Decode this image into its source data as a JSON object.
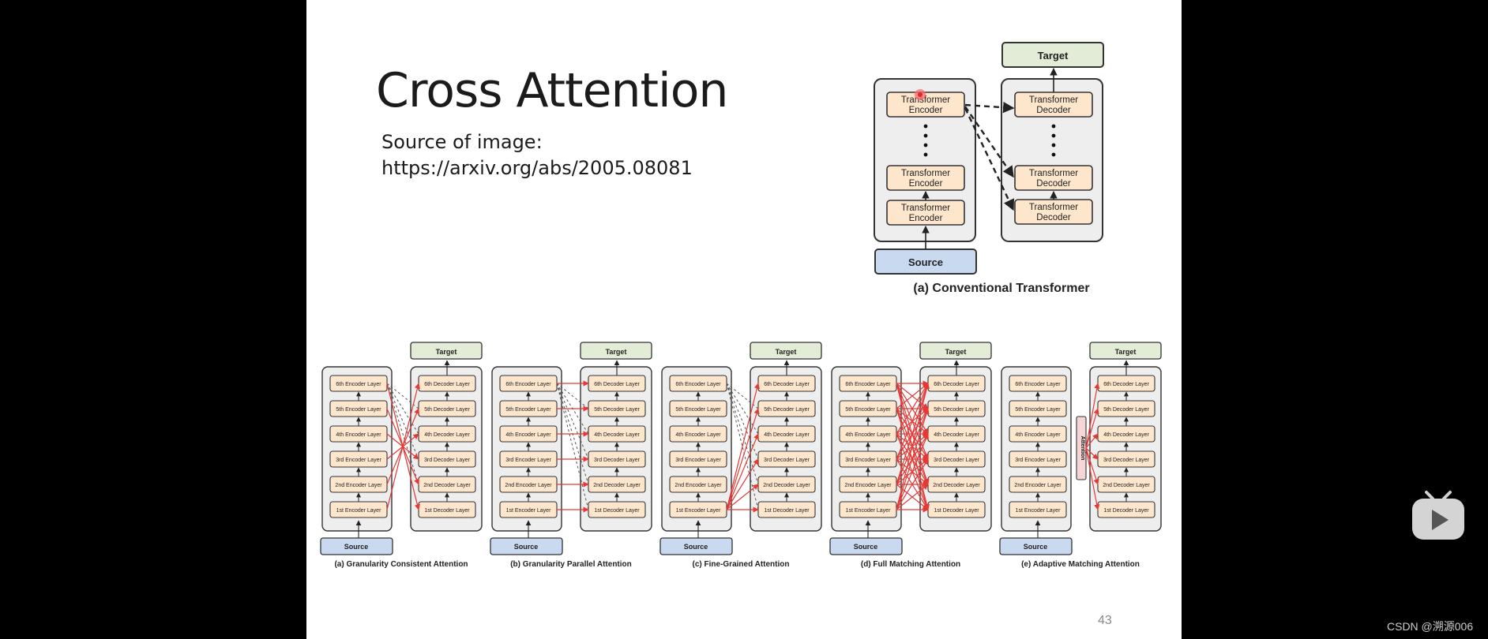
{
  "slide": {
    "title": "Cross Attention",
    "source_label": "Source of image:",
    "source_url": "https://arxiv.org/abs/2005.08081",
    "page_number": "43"
  },
  "top_figure": {
    "target": "Target",
    "encoder": "Transformer\nEncoder",
    "decoder": "Transformer\nDecoder",
    "source": "Source",
    "caption": "(a) Conventional Transformer"
  },
  "panels": {
    "target": "Target",
    "source": "Source",
    "encoder_layers": [
      "6th Encoder Layer",
      "5th Encoder Layer",
      "4th Encoder Layer",
      "3rd Encoder Layer",
      "2nd Encoder Layer",
      "1st Encoder Layer"
    ],
    "decoder_layers": [
      "6th Decoder Layer",
      "5th Decoder Layer",
      "4th Decoder Layer",
      "3rd Decoder Layer",
      "2nd Decoder Layer",
      "1st Decoder Layer"
    ],
    "attention_label": "Attention",
    "captions": [
      "(a) Granularity Consistent Attention",
      "(b) Granularity Parallel Attention",
      "(c) Fine-Grained Attention",
      "(d) Full Matching Attention",
      "(e) Adaptive Matching Attention"
    ]
  },
  "colors": {
    "layer_fill": "#fde6cc",
    "stack_fill": "#eeeeee",
    "source_fill": "#c9d9f0",
    "target_fill": "#e3ecd6",
    "attention_fill": "#f6d5d5",
    "arrow_red": "#e53935"
  },
  "player": {
    "icon": "play-icon",
    "watermark": "CSDN @溯源006"
  }
}
